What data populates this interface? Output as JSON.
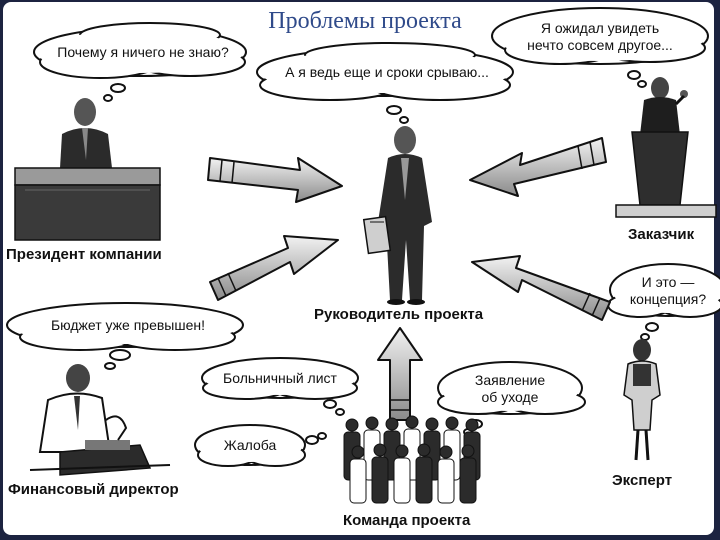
{
  "title": "Проблемы проекта",
  "roles": {
    "president": "Президент компании",
    "customer": "Заказчик",
    "manager": "Руководитель проекта",
    "finance": "Финансовый директор",
    "expert": "Эксперт",
    "team": "Команда проекта"
  },
  "bubbles": {
    "president": "Почему я ничего не знаю?",
    "manager": "А я ведь еще и сроки срываю...",
    "customer_line1": "Я ожидал увидеть",
    "customer_line2": "нечто совсем другое...",
    "finance": "Бюджет уже превышен!",
    "expert_line1": "И это —",
    "expert_line2": "концепция?",
    "sick_leave": "Больничный лист",
    "resignation_line1": "Заявление",
    "resignation_line2": "об уходе",
    "complaint": "Жалоба"
  }
}
